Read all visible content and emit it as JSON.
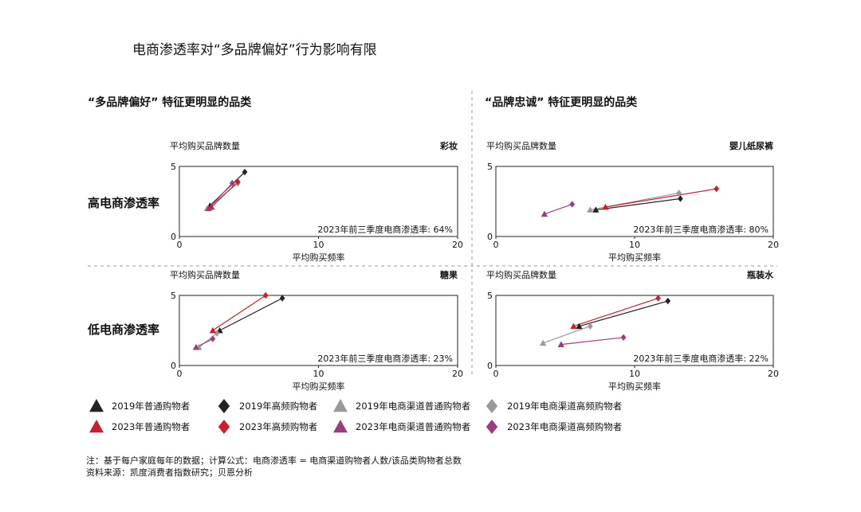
{
  "title": "电商渗透率对“多品牌偏好”行为影响有限",
  "sections": {
    "left": "“多品牌偏好” 特征更明显的品类",
    "right": "“品牌忠诚” 特征更明显的品类"
  },
  "row_labels": {
    "high": "高电商渗透率",
    "low": "低电商渗透率"
  },
  "notes": {
    "formula": "注：基于每户家庭每年的数据；计算公式：电商渗透率 = 电商渠道购物者人数/该品类购物者总数",
    "source": "资料来源：凯度消费者指数研究；贝恩分析"
  },
  "legend": [
    {
      "label": "2019年普通购物者",
      "marker": "triangle",
      "color": "#222222"
    },
    {
      "label": "2019年高频购物者",
      "marker": "diamond",
      "color": "#222222"
    },
    {
      "label": "2019年电商渠道普通购物者",
      "marker": "triangle",
      "color": "#9a9a9a"
    },
    {
      "label": "2019年电商渠道高频购物者",
      "marker": "diamond",
      "color": "#9a9a9a"
    },
    {
      "label": "2023年普通购物者",
      "marker": "triangle",
      "color": "#cc1f2e"
    },
    {
      "label": "2023年高频购物者",
      "marker": "diamond",
      "color": "#cc1f2e"
    },
    {
      "label": "2023年电商渠道普通购物者",
      "marker": "triangle",
      "color": "#9b3c7f"
    },
    {
      "label": "2023年电商渠道高频购物者",
      "marker": "diamond",
      "color": "#9b3c7f"
    }
  ],
  "chart_data": [
    {
      "type": "scatter",
      "title": "彩妆",
      "ylabel": "平均购买品牌数量",
      "xlabel": "平均购买频率",
      "xlim": [
        0,
        20
      ],
      "ylim": [
        0,
        5
      ],
      "xticks": [
        "0",
        "10",
        "20"
      ],
      "yticks": [
        "0",
        "5"
      ],
      "annotation": "2023年前三季度电商渗透率: 64%",
      "series": [
        {
          "name": "2019年普通购物者",
          "x": [
            2.2
          ],
          "y": [
            2.2
          ]
        },
        {
          "name": "2019年高频购物者",
          "x": [
            4.7
          ],
          "y": [
            4.6
          ]
        },
        {
          "name": "2019年电商渠道普通购物者",
          "x": [
            2.0
          ],
          "y": [
            2.0
          ]
        },
        {
          "name": "2019年电商渠道高频购物者",
          "x": [
            4.2
          ],
          "y": [
            3.8
          ]
        },
        {
          "name": "2023年普通购物者",
          "x": [
            2.3
          ],
          "y": [
            2.1
          ]
        },
        {
          "name": "2023年高频购物者",
          "x": [
            4.2
          ],
          "y": [
            3.9
          ]
        },
        {
          "name": "2023年电商渠道普通购物者",
          "x": [
            2.1
          ],
          "y": [
            2.0
          ]
        },
        {
          "name": "2023年电商渠道高频购物者",
          "x": [
            3.8
          ],
          "y": [
            3.8
          ]
        }
      ],
      "links": [
        [
          0,
          1
        ],
        [
          2,
          3
        ],
        [
          4,
          5
        ],
        [
          6,
          7
        ]
      ]
    },
    {
      "type": "scatter",
      "title": "婴儿纸尿裤",
      "ylabel": "平均购买品牌数量",
      "xlabel": "平均购买频率",
      "xlim": [
        0,
        20
      ],
      "ylim": [
        0,
        5
      ],
      "xticks": [
        "0",
        "10",
        "20"
      ],
      "yticks": [
        "0",
        "5"
      ],
      "annotation": "2023年前三季度电商渗透率: 80%",
      "series": [
        {
          "name": "2019年普通购物者",
          "x": [
            7.2
          ],
          "y": [
            1.9
          ]
        },
        {
          "name": "2019年高频购物者",
          "x": [
            13.3
          ],
          "y": [
            2.7
          ]
        },
        {
          "name": "2019年电商渠道普通购物者",
          "x": [
            6.8
          ],
          "y": [
            1.9
          ]
        },
        {
          "name": "2019年电商渠道高频购物者",
          "x": [
            13.2
          ],
          "y": [
            3.1
          ]
        },
        {
          "name": "2023年普通购物者",
          "x": [
            7.9
          ],
          "y": [
            2.1
          ]
        },
        {
          "name": "2023年高频购物者",
          "x": [
            15.9
          ],
          "y": [
            3.4
          ]
        },
        {
          "name": "2023年电商渠道普通购物者",
          "x": [
            3.5
          ],
          "y": [
            1.6
          ]
        },
        {
          "name": "2023年电商渠道高频购物者",
          "x": [
            5.5
          ],
          "y": [
            2.3
          ]
        }
      ],
      "links": [
        [
          0,
          1
        ],
        [
          2,
          3
        ],
        [
          4,
          5
        ],
        [
          6,
          7
        ]
      ]
    },
    {
      "type": "scatter",
      "title": "糖果",
      "ylabel": "平均购买品牌数量",
      "xlabel": "平均购买频率",
      "xlim": [
        0,
        20
      ],
      "ylim": [
        0,
        5
      ],
      "xticks": [
        "0",
        "10",
        "20"
      ],
      "yticks": [
        "0",
        "5"
      ],
      "annotation": "2023年前三季度电商渗透率: 23%",
      "series": [
        {
          "name": "2019年普通购物者",
          "x": [
            2.9
          ],
          "y": [
            2.5
          ]
        },
        {
          "name": "2019年高频购物者",
          "x": [
            7.4
          ],
          "y": [
            4.8
          ]
        },
        {
          "name": "2019年电商渠道普通购物者",
          "x": [
            1.4
          ],
          "y": [
            1.3
          ]
        },
        {
          "name": "2019年电商渠道高频购物者",
          "x": [
            2.7
          ],
          "y": [
            2.3
          ]
        },
        {
          "name": "2023年普通购物者",
          "x": [
            2.4
          ],
          "y": [
            2.5
          ]
        },
        {
          "name": "2023年高频购物者",
          "x": [
            6.2
          ],
          "y": [
            5.0
          ]
        },
        {
          "name": "2023年电商渠道普通购物者",
          "x": [
            1.2
          ],
          "y": [
            1.3
          ]
        },
        {
          "name": "2023年电商渠道高频购物者",
          "x": [
            2.4
          ],
          "y": [
            1.9
          ]
        }
      ],
      "links": [
        [
          0,
          1
        ],
        [
          2,
          3
        ],
        [
          4,
          5
        ],
        [
          6,
          7
        ]
      ]
    },
    {
      "type": "scatter",
      "title": "瓶装水",
      "ylabel": "平均购买品牌数量",
      "xlabel": "平均购买频率",
      "xlim": [
        0,
        20
      ],
      "ylim": [
        0,
        5
      ],
      "xticks": [
        "0",
        "10",
        "20"
      ],
      "yticks": [
        "0",
        "5"
      ],
      "annotation": "2023年前三季度电商渗透率: 22%",
      "series": [
        {
          "name": "2019年普通购物者",
          "x": [
            6.0
          ],
          "y": [
            2.8
          ]
        },
        {
          "name": "2019年高频购物者",
          "x": [
            12.4
          ],
          "y": [
            4.6
          ]
        },
        {
          "name": "2019年电商渠道普通购物者",
          "x": [
            3.4
          ],
          "y": [
            1.6
          ]
        },
        {
          "name": "2019年电商渠道高频购物者",
          "x": [
            6.8
          ],
          "y": [
            2.8
          ]
        },
        {
          "name": "2023年普通购物者",
          "x": [
            5.6
          ],
          "y": [
            2.8
          ]
        },
        {
          "name": "2023年高频购物者",
          "x": [
            11.7
          ],
          "y": [
            4.8
          ]
        },
        {
          "name": "2023年电商渠道普通购物者",
          "x": [
            4.7
          ],
          "y": [
            1.5
          ]
        },
        {
          "name": "2023年电商渠道高频购物者",
          "x": [
            9.2
          ],
          "y": [
            2.0
          ]
        }
      ],
      "links": [
        [
          0,
          1
        ],
        [
          2,
          3
        ],
        [
          4,
          5
        ],
        [
          6,
          7
        ]
      ]
    }
  ]
}
